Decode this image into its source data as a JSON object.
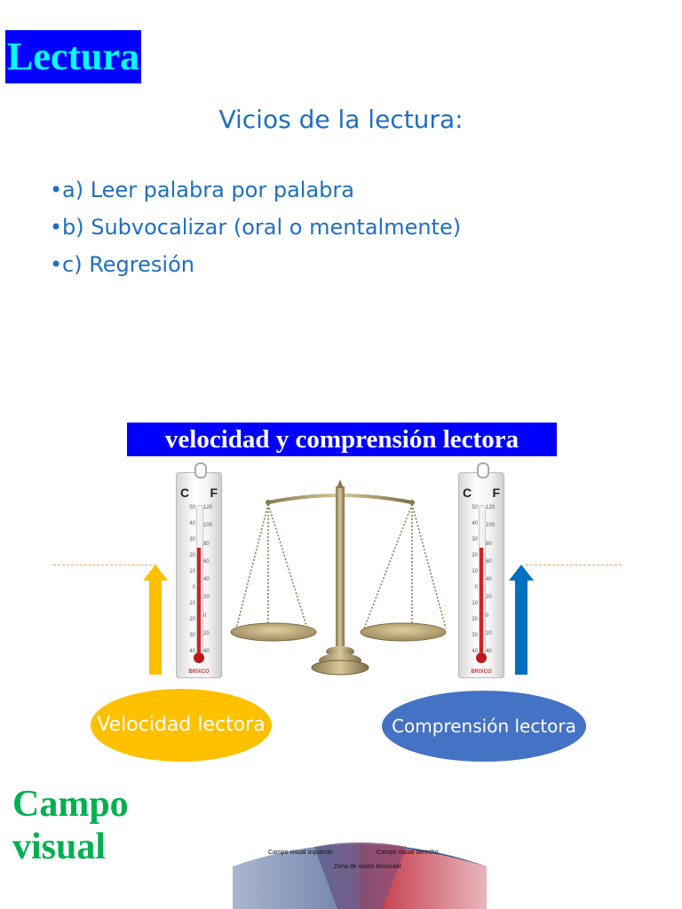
{
  "title": "Lectura",
  "subtitle": "Vicios de la lectura:",
  "vicios": [
    "a) Leer palabra por palabra",
    "b) Subvocalizar (oral o mentalmente)",
    "c) Regresión"
  ],
  "banner": "velocidad y comprensión lectora",
  "thermometer": {
    "c_label": "C",
    "f_label": "F",
    "c_ticks": [
      "50",
      "40",
      "30",
      "20",
      "10",
      "0",
      "10",
      "20",
      "30",
      "40"
    ],
    "f_ticks": [
      "120",
      "100",
      "80",
      "60",
      "40",
      "20",
      "0",
      "20",
      "40"
    ],
    "brand": "BRIXCO"
  },
  "ellipses": {
    "velocidad": "Velocidad lectora",
    "comprension": "Comprensión lectora"
  },
  "campo_visual": "Campo visual",
  "visual_field": {
    "left": "Campo visual izquierdo",
    "right": "Campo visual derecho",
    "center": "Zona de visión binocular"
  },
  "colors": {
    "title_bg": "#0000ff",
    "title_text": "#00ffff",
    "body_blue": "#1f6fc0",
    "arrow_yellow": "#ffc000",
    "arrow_blue": "#0070c0",
    "ellipse_blue": "#4472c4",
    "campo_green": "#00b050"
  }
}
